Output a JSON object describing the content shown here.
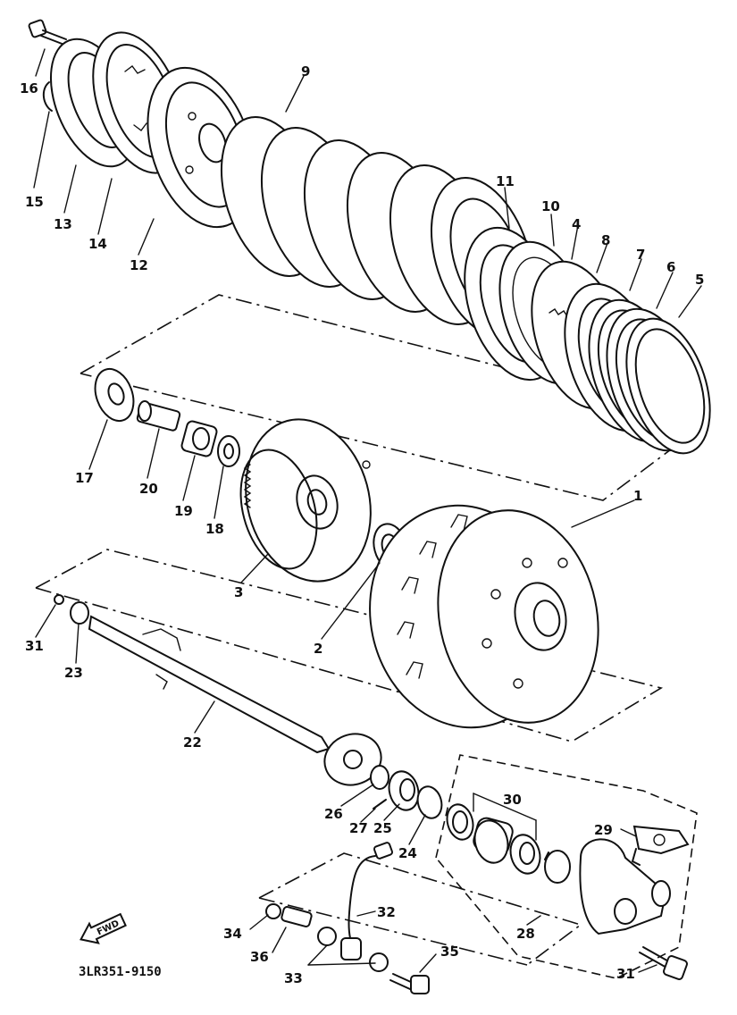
{
  "callouts": {
    "c1": "1",
    "c2": "2",
    "c3": "3",
    "c4": "4",
    "c5": "5",
    "c6": "6",
    "c7": "7",
    "c8": "8",
    "c9": "9",
    "c10": "10",
    "c11": "11",
    "c12": "12",
    "c13": "13",
    "c14": "14",
    "c15": "15",
    "c16": "16",
    "c17": "17",
    "c18": "18",
    "c19": "19",
    "c20": "20",
    "c22": "22",
    "c23": "23",
    "c24": "24",
    "c25": "25",
    "c26": "26",
    "c27": "27",
    "c28": "28",
    "c29": "29",
    "c30": "30",
    "c31a": "31",
    "c31b": "31",
    "c32": "32",
    "c33": "33",
    "c34": "34",
    "c35": "35",
    "c36": "36"
  },
  "fwd_label": "FWD",
  "diagram_code": "3LR351-9150"
}
